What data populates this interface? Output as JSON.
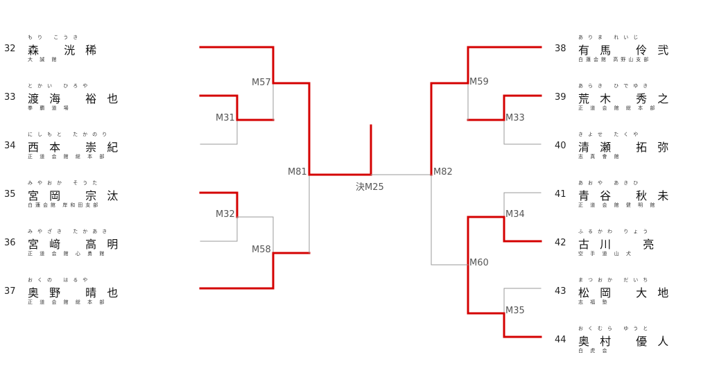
{
  "left_entries": [
    {
      "seed": "32",
      "furigana": "もり こうき",
      "name": "森　 洸 稀",
      "dojo": "大 誠 館"
    },
    {
      "seed": "33",
      "furigana": "とかい ひろや",
      "name": "渡 海 　裕 也",
      "dojo": "拳 覇 道 場"
    },
    {
      "seed": "34",
      "furigana": "にしもと たかのり",
      "name": "西 本 　崇 紀",
      "dojo": "正 道 会 館 総 本 部"
    },
    {
      "seed": "35",
      "furigana": "みやおか そうた",
      "name": "宮 岡 　宗 汰",
      "dojo": "白蓮会館 岸和田支部"
    },
    {
      "seed": "36",
      "furigana": "みやざき たかあき",
      "name": "宮 﨑 　高 明",
      "dojo": "正 道 会 館 心 勇 館"
    },
    {
      "seed": "37",
      "furigana": "おくの はるや",
      "name": "奥 野 　晴 也",
      "dojo": "正 道 会 館 総 本 部"
    }
  ],
  "right_entries": [
    {
      "seed": "38",
      "furigana": "ありま れいじ",
      "name": "有 馬 　伶 弐",
      "dojo": "白蓮会館 高野山支部"
    },
    {
      "seed": "39",
      "furigana": "あらき ひでゆき",
      "name": "荒 木 　秀 之",
      "dojo": "正 道 会 館 総 本 部"
    },
    {
      "seed": "40",
      "furigana": "きよせ たくや",
      "name": "清 瀬 　拓 弥",
      "dojo": "志 真 會 館"
    },
    {
      "seed": "41",
      "furigana": "あおや あきひ",
      "name": "青 谷 　秋 未",
      "dojo": "正 道 会 館 健 明 館"
    },
    {
      "seed": "42",
      "furigana": "ふるかわ りょう",
      "name": "古 川 　 亮",
      "dojo": "空 手 道 山 犬"
    },
    {
      "seed": "43",
      "furigana": "まつおか だいち",
      "name": "松 岡 　大 地",
      "dojo": "志 福 塾"
    },
    {
      "seed": "44",
      "furigana": "おくむら ゆうと",
      "name": "奥 村 　優 人",
      "dojo": "白 虎 会"
    }
  ],
  "match_labels": {
    "m57": "M57",
    "m31": "M31",
    "m32": "M32",
    "m58": "M58",
    "m81": "M81",
    "final": "決M25",
    "m82": "M82",
    "m59": "M59",
    "m33": "M33",
    "m60": "M60",
    "m34": "M34",
    "m35": "M35"
  },
  "colors": {
    "winner_line": "#d40000",
    "loser_line": "#999999"
  }
}
